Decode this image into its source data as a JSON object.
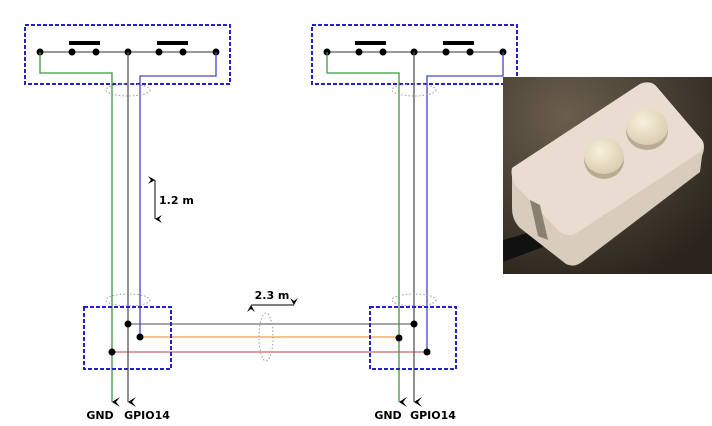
{
  "labels": {
    "vertical_distance": "1.2 m",
    "horizontal_distance": "2.3 m",
    "left_gnd": "GND",
    "left_gpio": "GPIO14",
    "right_gnd": "GND",
    "right_gpio": "GPIO14"
  },
  "colors": {
    "enclosure_border": "#2222cc",
    "wire_gnd": "#3a9a3a",
    "wire_common": "#555555",
    "wire_signal": "#4444cc",
    "cable_grey": "#888888",
    "cable_orange": "#f0b060",
    "cable_red": "#d08080"
  }
}
